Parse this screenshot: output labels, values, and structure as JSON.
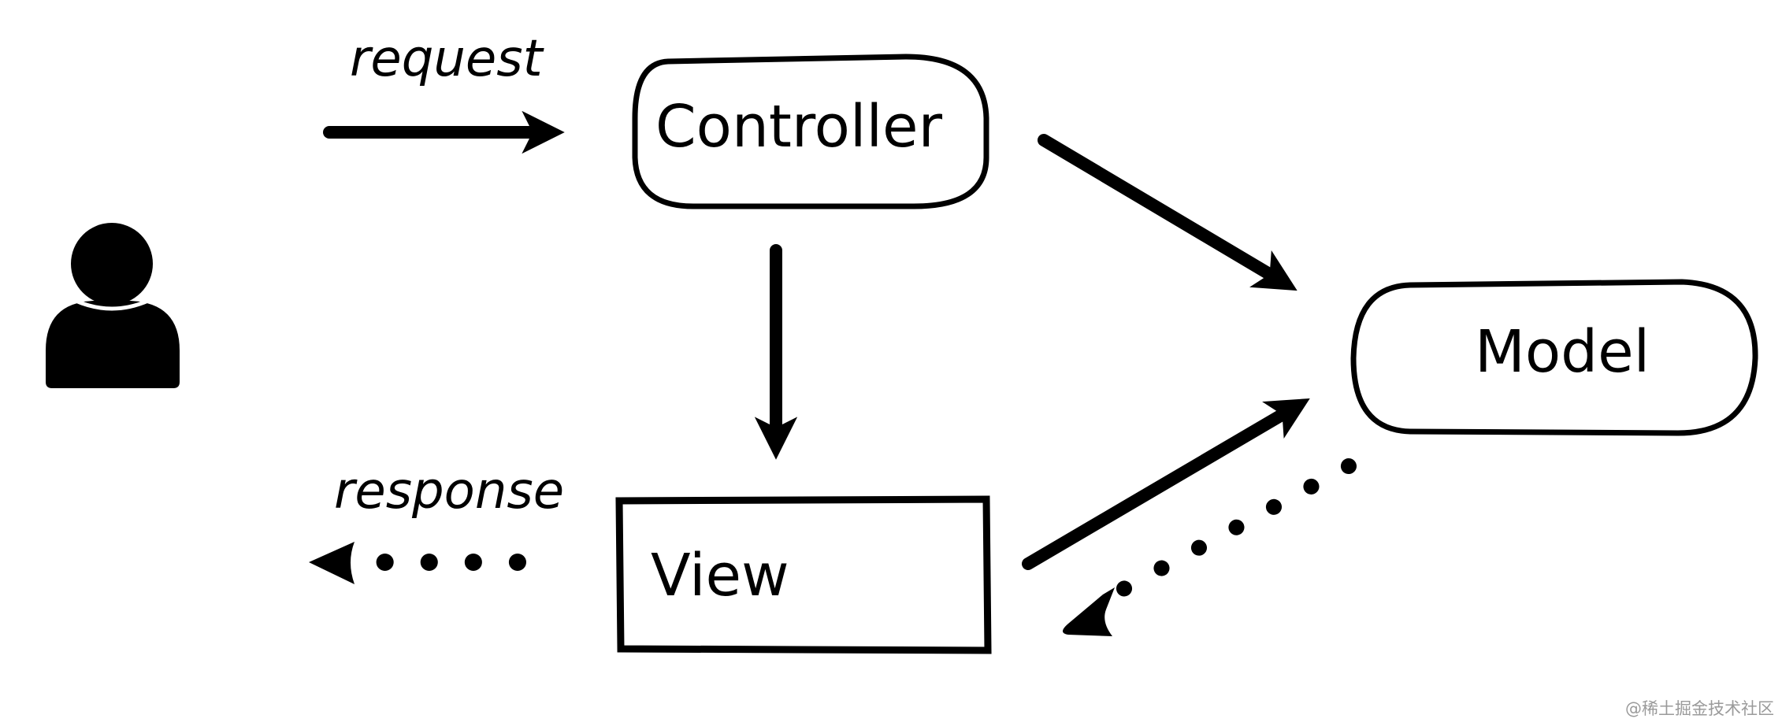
{
  "diagram": {
    "nodes": {
      "controller": "Controller",
      "model": "Model",
      "view": "View"
    },
    "edges": {
      "request": "request",
      "response": "response"
    },
    "actor_icon": "user-icon",
    "ink_color": "#000000"
  },
  "watermark": "@稀土掘金技术社区"
}
